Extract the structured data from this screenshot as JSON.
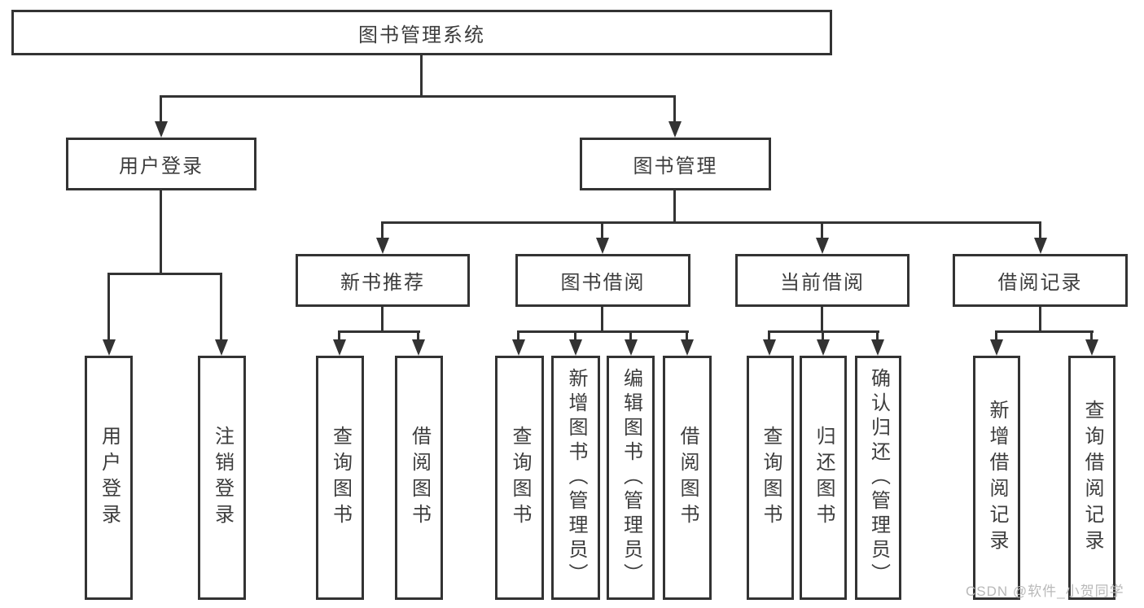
{
  "diagram": {
    "type": "hierarchy-tree",
    "root": {
      "label": "图书管理系统"
    },
    "level2": [
      {
        "label": "用户登录"
      },
      {
        "label": "图书管理"
      }
    ],
    "level3": [
      {
        "label": "新书推荐"
      },
      {
        "label": "图书借阅"
      },
      {
        "label": "当前借阅"
      },
      {
        "label": "借阅记录"
      }
    ],
    "leaves": {
      "user_login": [
        {
          "label": "用户登录"
        },
        {
          "label": "注销登录"
        }
      ],
      "new_book_recommend": [
        {
          "label": "查询图书"
        },
        {
          "label": "借阅图书"
        }
      ],
      "book_borrow": [
        {
          "label": "查询图书"
        },
        {
          "label": "新增图书（管理员）"
        },
        {
          "label": "编辑图书（管理员）"
        },
        {
          "label": "借阅图书"
        }
      ],
      "current_borrow": [
        {
          "label": "查询图书"
        },
        {
          "label": "归还图书"
        },
        {
          "label": "确认归还（管理员）"
        }
      ],
      "borrow_record": [
        {
          "label": "新增借阅记录"
        },
        {
          "label": "查询借阅记录"
        }
      ]
    },
    "colors": {
      "line": "#333333",
      "text": "#3d3d3d",
      "background": "#ffffff",
      "watermark": "#b9b9b9"
    }
  },
  "watermark": {
    "text": "CSDN @软件_小贺同学"
  }
}
